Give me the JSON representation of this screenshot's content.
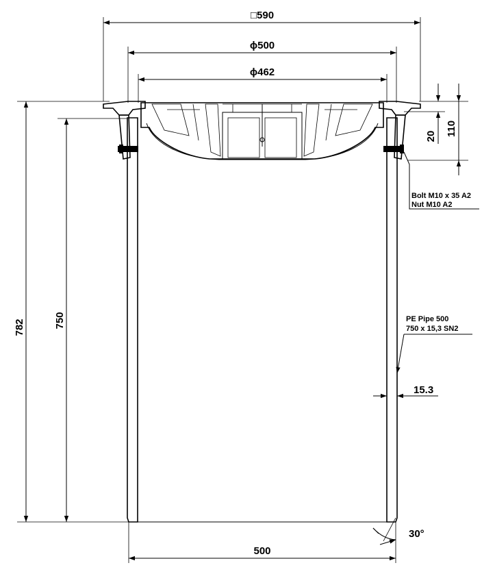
{
  "dimensions": {
    "frame_square": "□590",
    "grate_diameter": "ϕ500",
    "inner_diameter": "ϕ462",
    "flange_height": "20",
    "top_height": "110",
    "total_height": "782",
    "pipe_length": "750",
    "wall_thickness": "15.3",
    "pipe_diameter": "500",
    "chamfer_angle": "30°"
  },
  "notes": {
    "bolt_line1": "Bolt M10 x 35 A2",
    "bolt_line2": "Nut M10 A2",
    "pipe_line1": "PE Pipe 500",
    "pipe_line2": "750 x 15,3 SN2"
  }
}
